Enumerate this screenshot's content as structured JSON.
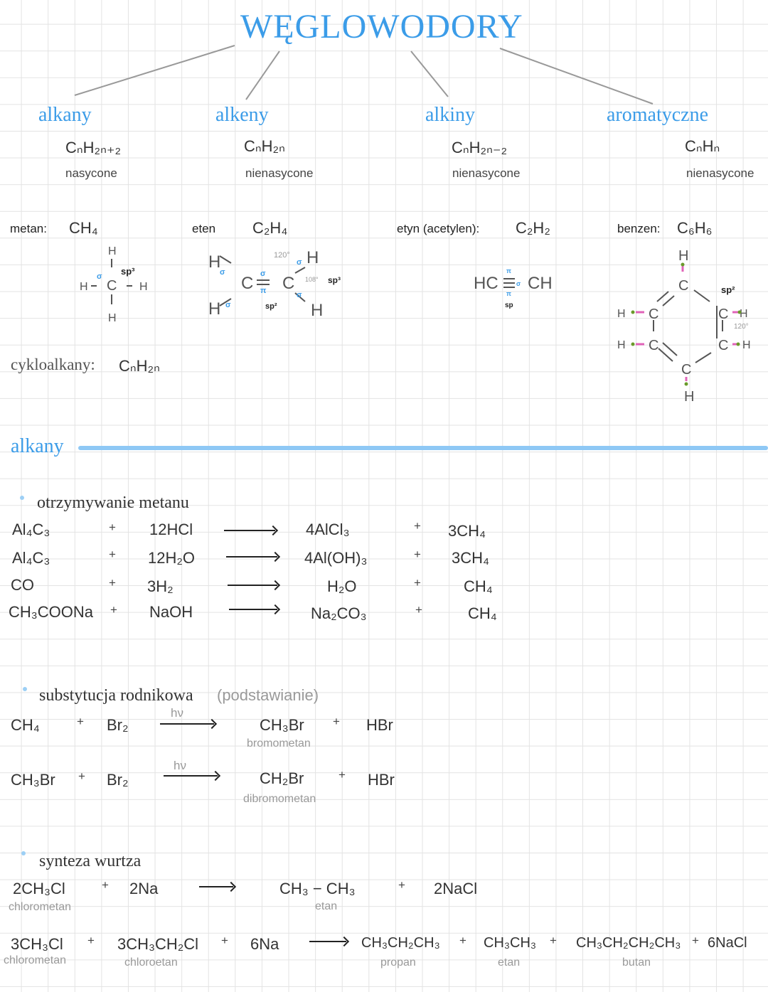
{
  "title": "WĘGLOWODORY",
  "categories": [
    {
      "name": "alkany",
      "formula": "CₙH₂ₙ₊₂",
      "type": "nasycone"
    },
    {
      "name": "alkeny",
      "formula": "CₙH₂ₙ",
      "type": "nienasycone"
    },
    {
      "name": "alkiny",
      "formula": "CₙH₂ₙ₋₂",
      "type": "nienasycone"
    },
    {
      "name": "aromatyczne",
      "formula": "CₙHₙ",
      "type": "nienasycone"
    }
  ],
  "examples": {
    "metan": {
      "label": "metan:",
      "formula": "CH₄",
      "hybridization": "sp³",
      "bond": "σ"
    },
    "eten": {
      "label": "eten",
      "formula": "C₂H₄",
      "hybridization_left": "sp²",
      "hybridization_right": "sp³",
      "angle1": "120°",
      "angle2": "108°",
      "sigma": "σ",
      "pi": "π"
    },
    "etyn": {
      "label": "etyn (acetylen):",
      "formula": "C₂H₂",
      "left": "HC",
      "right": "CH",
      "hybridization": "sp",
      "pi": "π",
      "sigma": "σ"
    },
    "benzen": {
      "label": "benzen:",
      "formula": "C₆H₆",
      "hybridization": "sp²",
      "angle": "120°"
    }
  },
  "cycloalkanes": {
    "label": "cykloalkany:",
    "formula": "CₙH₂ₙ"
  },
  "section": {
    "title": "alkany",
    "accent": "#8ec8f5"
  },
  "methane_production": {
    "heading": "otrzymywanie metanu",
    "reactions": [
      {
        "r1": "Al₄C₃",
        "r2": "12HCl",
        "p1": "4AlCl₃",
        "p2": "3CH₄"
      },
      {
        "r1": "Al₄C₃",
        "r2": "12H₂O",
        "p1": "4Al(OH)₃",
        "p2": "3CH₄"
      },
      {
        "r1": "CO",
        "r2": "3H₂",
        "p1": "H₂O",
        "p2": "CH₄"
      },
      {
        "r1": "CH₃COONa",
        "r2": "NaOH",
        "p1": "Na₂CO₃",
        "p2": "CH₄"
      }
    ]
  },
  "substitution": {
    "heading": "substytucja rodnikowa",
    "note": "(podstawianie)",
    "reactions": [
      {
        "r1": "CH₄",
        "r2": "Br₂",
        "condition": "hν",
        "p1": "CH₃Br",
        "p1_name": "bromometan",
        "p2": "HBr"
      },
      {
        "r1": "CH₃Br",
        "r2": "Br₂",
        "condition": "hν",
        "p1": "CH₂Br",
        "p1_name": "dibromometan",
        "p2": "HBr"
      }
    ]
  },
  "wurtz": {
    "heading": "synteza wurtza",
    "reaction1": {
      "r1": "2CH₃Cl",
      "r1_name": "chlorometan",
      "r2": "2Na",
      "p1": "CH₃ − CH₃",
      "p1_name": "etan",
      "p2": "2NaCl"
    },
    "reaction2": {
      "r1": "3CH₃Cl",
      "r1_name": "chlorometan",
      "r2": "3CH₃CH₂Cl",
      "r2_name": "chloroetan",
      "r3": "6Na",
      "p1": "CH₃CH₂CH₃",
      "p1_name": "propan",
      "p2": "CH₃CH₃",
      "p2_name": "etan",
      "p3": "CH₃CH₂CH₂CH₃",
      "p3_name": "butan",
      "p4": "6NaCl"
    }
  },
  "plus": "+",
  "colors": {
    "heading_blue": "#3b9ce8",
    "sigma_blue": "#3b9ce8",
    "bond_pink": "#e063b8",
    "hydrogen_green": "#6a9a2a",
    "grid": "#e3e3e3"
  }
}
